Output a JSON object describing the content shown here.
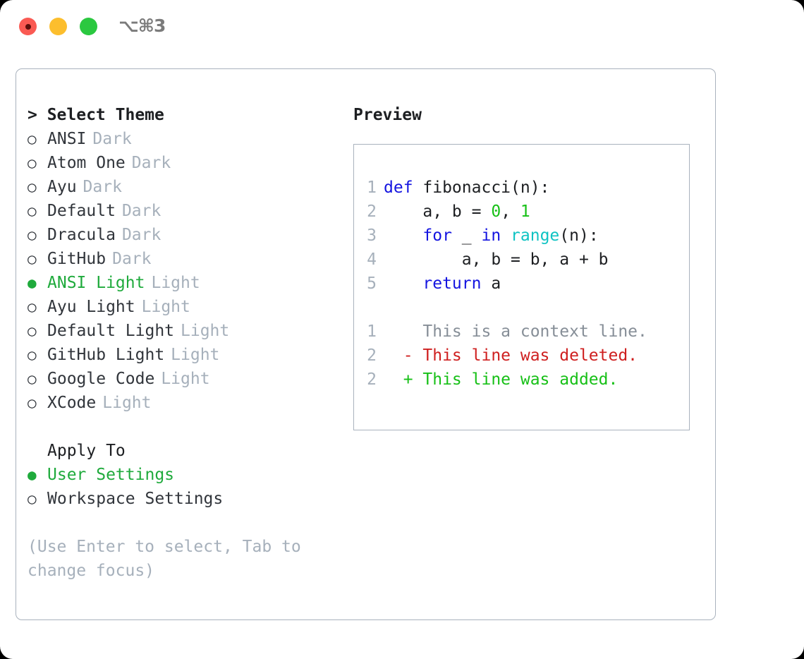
{
  "window": {
    "shortcut": "⌥⌘3",
    "traffic_lights": [
      {
        "name": "close",
        "color": "#fa5a53"
      },
      {
        "name": "minimize",
        "color": "#fcbe2d"
      },
      {
        "name": "maximize",
        "color": "#2bc840"
      }
    ]
  },
  "theme_panel": {
    "heading": "> Select Theme",
    "markers": {
      "selected": "●",
      "unselected": "○"
    },
    "items": [
      {
        "name": "ANSI",
        "variant": "Dark",
        "selected": false
      },
      {
        "name": "Atom One",
        "variant": "Dark",
        "selected": false
      },
      {
        "name": "Ayu",
        "variant": "Dark",
        "selected": false
      },
      {
        "name": "Default",
        "variant": "Dark",
        "selected": false
      },
      {
        "name": "Dracula",
        "variant": "Dark",
        "selected": false
      },
      {
        "name": "GitHub",
        "variant": "Dark",
        "selected": false
      },
      {
        "name": "ANSI Light",
        "variant": "Light",
        "selected": true
      },
      {
        "name": "Ayu Light",
        "variant": "Light",
        "selected": false
      },
      {
        "name": "Default Light",
        "variant": "Light",
        "selected": false
      },
      {
        "name": "GitHub Light",
        "variant": "Light",
        "selected": false
      },
      {
        "name": "Google Code",
        "variant": "Light",
        "selected": false
      },
      {
        "name": "XCode",
        "variant": "Light",
        "selected": false
      }
    ]
  },
  "apply_to": {
    "heading": "Apply To",
    "items": [
      {
        "name": "User Settings",
        "selected": true
      },
      {
        "name": "Workspace Settings",
        "selected": false
      }
    ]
  },
  "hint": "(Use Enter to select, Tab to change focus)",
  "preview": {
    "title": "Preview",
    "code_lines": [
      {
        "number": "1",
        "tokens": [
          {
            "t": "def ",
            "c": "kw"
          },
          {
            "t": "fibonacci(n):",
            "c": "plain"
          }
        ]
      },
      {
        "number": "2",
        "tokens": [
          {
            "t": "    a, b = ",
            "c": "plain"
          },
          {
            "t": "0",
            "c": "num"
          },
          {
            "t": ", ",
            "c": "plain"
          },
          {
            "t": "1",
            "c": "num"
          }
        ]
      },
      {
        "number": "3",
        "tokens": [
          {
            "t": "    ",
            "c": "plain"
          },
          {
            "t": "for",
            "c": "kw"
          },
          {
            "t": " _ ",
            "c": "plain"
          },
          {
            "t": "in",
            "c": "kw"
          },
          {
            "t": " ",
            "c": "plain"
          },
          {
            "t": "range",
            "c": "fn"
          },
          {
            "t": "(n):",
            "c": "plain"
          }
        ]
      },
      {
        "number": "4",
        "tokens": [
          {
            "t": "        a, b = b, a + b",
            "c": "plain"
          }
        ]
      },
      {
        "number": "5",
        "tokens": [
          {
            "t": "    ",
            "c": "plain"
          },
          {
            "t": "return",
            "c": "kw"
          },
          {
            "t": " a",
            "c": "plain"
          }
        ]
      }
    ],
    "diff_lines": [
      {
        "number": "1",
        "marker": " ",
        "text": " This is a context line.",
        "kind": "ctx"
      },
      {
        "number": "2",
        "marker": "-",
        "text": " This line was deleted.",
        "kind": "del"
      },
      {
        "number": "2",
        "marker": "+",
        "text": " This line was added.",
        "kind": "add"
      }
    ]
  },
  "colors": {
    "accent_green": "#1faa3c",
    "muted": "#a6b0bb",
    "keyword": "#1414e0",
    "function": "#0fc3c3",
    "number": "#17c017",
    "diff_delete": "#cf2020",
    "diff_add": "#17c017",
    "border": "#a9b2bd"
  }
}
